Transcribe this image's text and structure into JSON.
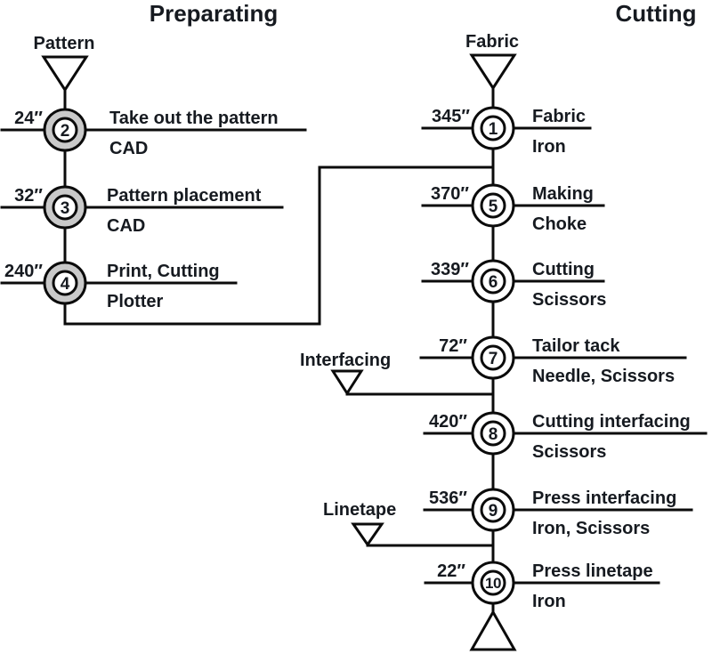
{
  "titles": {
    "preparating": "Preparating",
    "cutting": "Cutting"
  },
  "sources": {
    "pattern": "Pattern",
    "fabric": "Fabric",
    "interfacing": "Interfacing",
    "linetape": "Linetape"
  },
  "nodes": {
    "n1": {
      "num": "1",
      "time": "345″",
      "operation": "Fabric",
      "tool": "Iron"
    },
    "n2": {
      "num": "2",
      "time": "24″",
      "operation": "Take out the pattern",
      "tool": "CAD"
    },
    "n3": {
      "num": "3",
      "time": "32″",
      "operation": "Pattern placement",
      "tool": "CAD"
    },
    "n4": {
      "num": "4",
      "time": "240″",
      "operation": "Print, Cutting",
      "tool": "Plotter"
    },
    "n5": {
      "num": "5",
      "time": "370″",
      "operation": "Making",
      "tool": "Choke"
    },
    "n6": {
      "num": "6",
      "time": "339″",
      "operation": "Cutting",
      "tool": "Scissors"
    },
    "n7": {
      "num": "7",
      "time": "72″",
      "operation": "Tailor tack",
      "tool": "Needle, Scissors"
    },
    "n8": {
      "num": "8",
      "time": "420″",
      "operation": "Cutting interfacing",
      "tool": "Scissors"
    },
    "n9": {
      "num": "9",
      "time": "536″",
      "operation": "Press interfacing",
      "tool": "Iron, Scissors"
    },
    "n10": {
      "num": "10",
      "time": "22″",
      "operation": "Press linetape",
      "tool": "Iron"
    }
  },
  "colors": {
    "line": "#0b0b0b",
    "text": "#161a20",
    "left_node_ring": "#c9c9c9",
    "right_node_ring": "#ffffff"
  }
}
